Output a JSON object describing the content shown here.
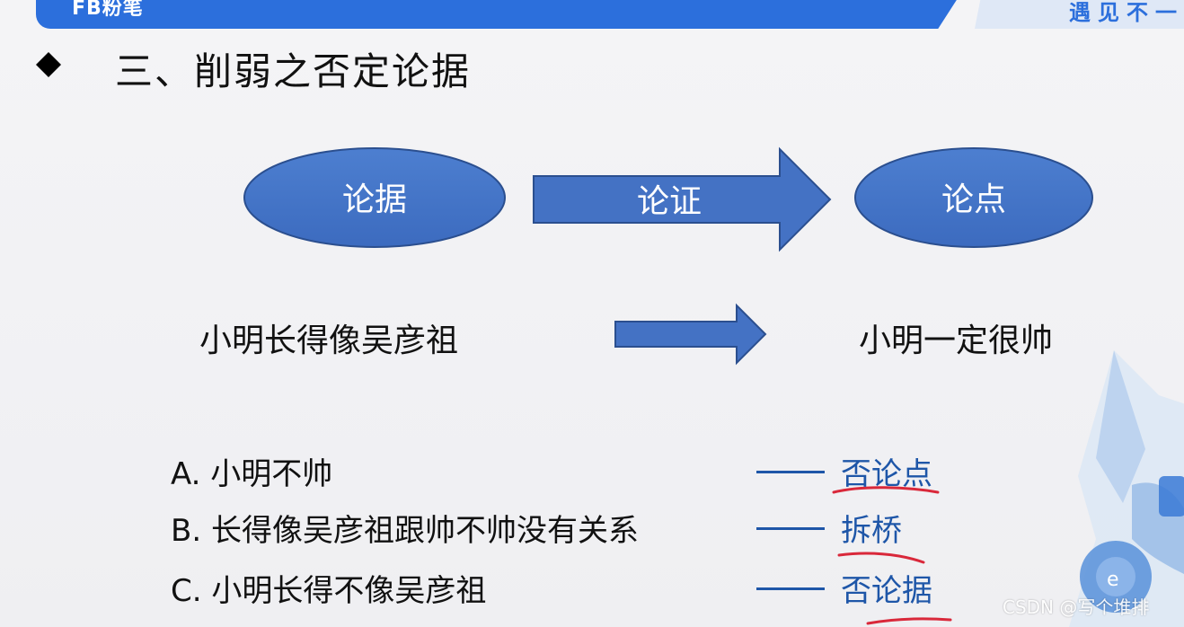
{
  "header": {
    "brand": "FB粉笔",
    "slogan": "遇见不一"
  },
  "title": {
    "text": "三、削弱之否定论据"
  },
  "diagram": {
    "premise": "论据",
    "reasoning": "论证",
    "conclusion": "论点",
    "example_premise": "小明长得像吴彦祖",
    "example_conclusion": "小明一定很帅"
  },
  "options": [
    {
      "label": "A. 小明不帅",
      "type": "否论点"
    },
    {
      "label": "B. 长得像吴彦祖跟帅不帅没有关系",
      "type": "拆桥"
    },
    {
      "label": "C. 小明长得不像吴彦祖",
      "type": "否论据"
    }
  ],
  "dash_text": "——",
  "watermark": "CSDN @写个堆排",
  "colors": {
    "primary_blue": "#2c6fdc",
    "shape_blue": "#4472c4",
    "answer_blue": "#1e56a8",
    "annotation_red": "#d9283a"
  }
}
